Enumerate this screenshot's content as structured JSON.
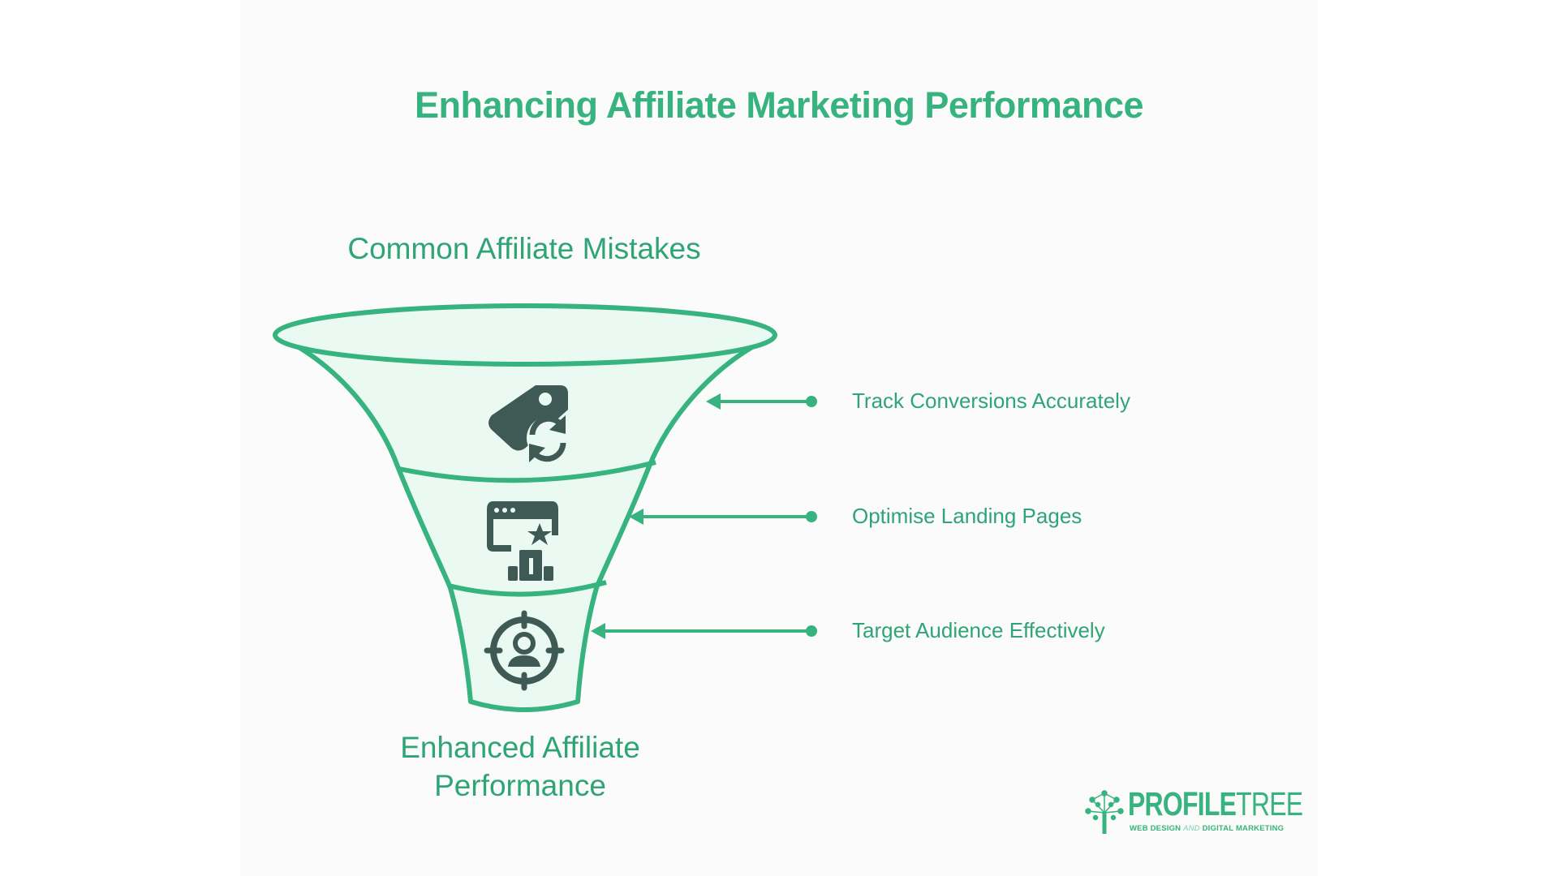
{
  "title": "Enhancing Affiliate Marketing Performance",
  "funnel": {
    "top_label": "Common Affiliate Mistakes",
    "bottom_label_line1": "Enhanced Affiliate",
    "bottom_label_line2": "Performance",
    "stages": [
      {
        "label": "Track Conversions Accurately",
        "icon": "price-tag-refresh-icon"
      },
      {
        "label": "Optimise Landing Pages",
        "icon": "web-page-star-podium-icon"
      },
      {
        "label": "Target Audience Effectively",
        "icon": "target-user-icon"
      }
    ]
  },
  "logo": {
    "word_bold": "PROFILE",
    "word_light": "TREE",
    "tag_part1": "WEB DESIGN ",
    "tag_and": "AND",
    "tag_part2": " DIGITAL MARKETING"
  },
  "colors": {
    "accent": "#36b37e",
    "text_green": "#2ea477",
    "funnel_fill": "#eafaf3",
    "icon_dark": "#3f5a54",
    "panel_bg": "#fbfbfb"
  }
}
